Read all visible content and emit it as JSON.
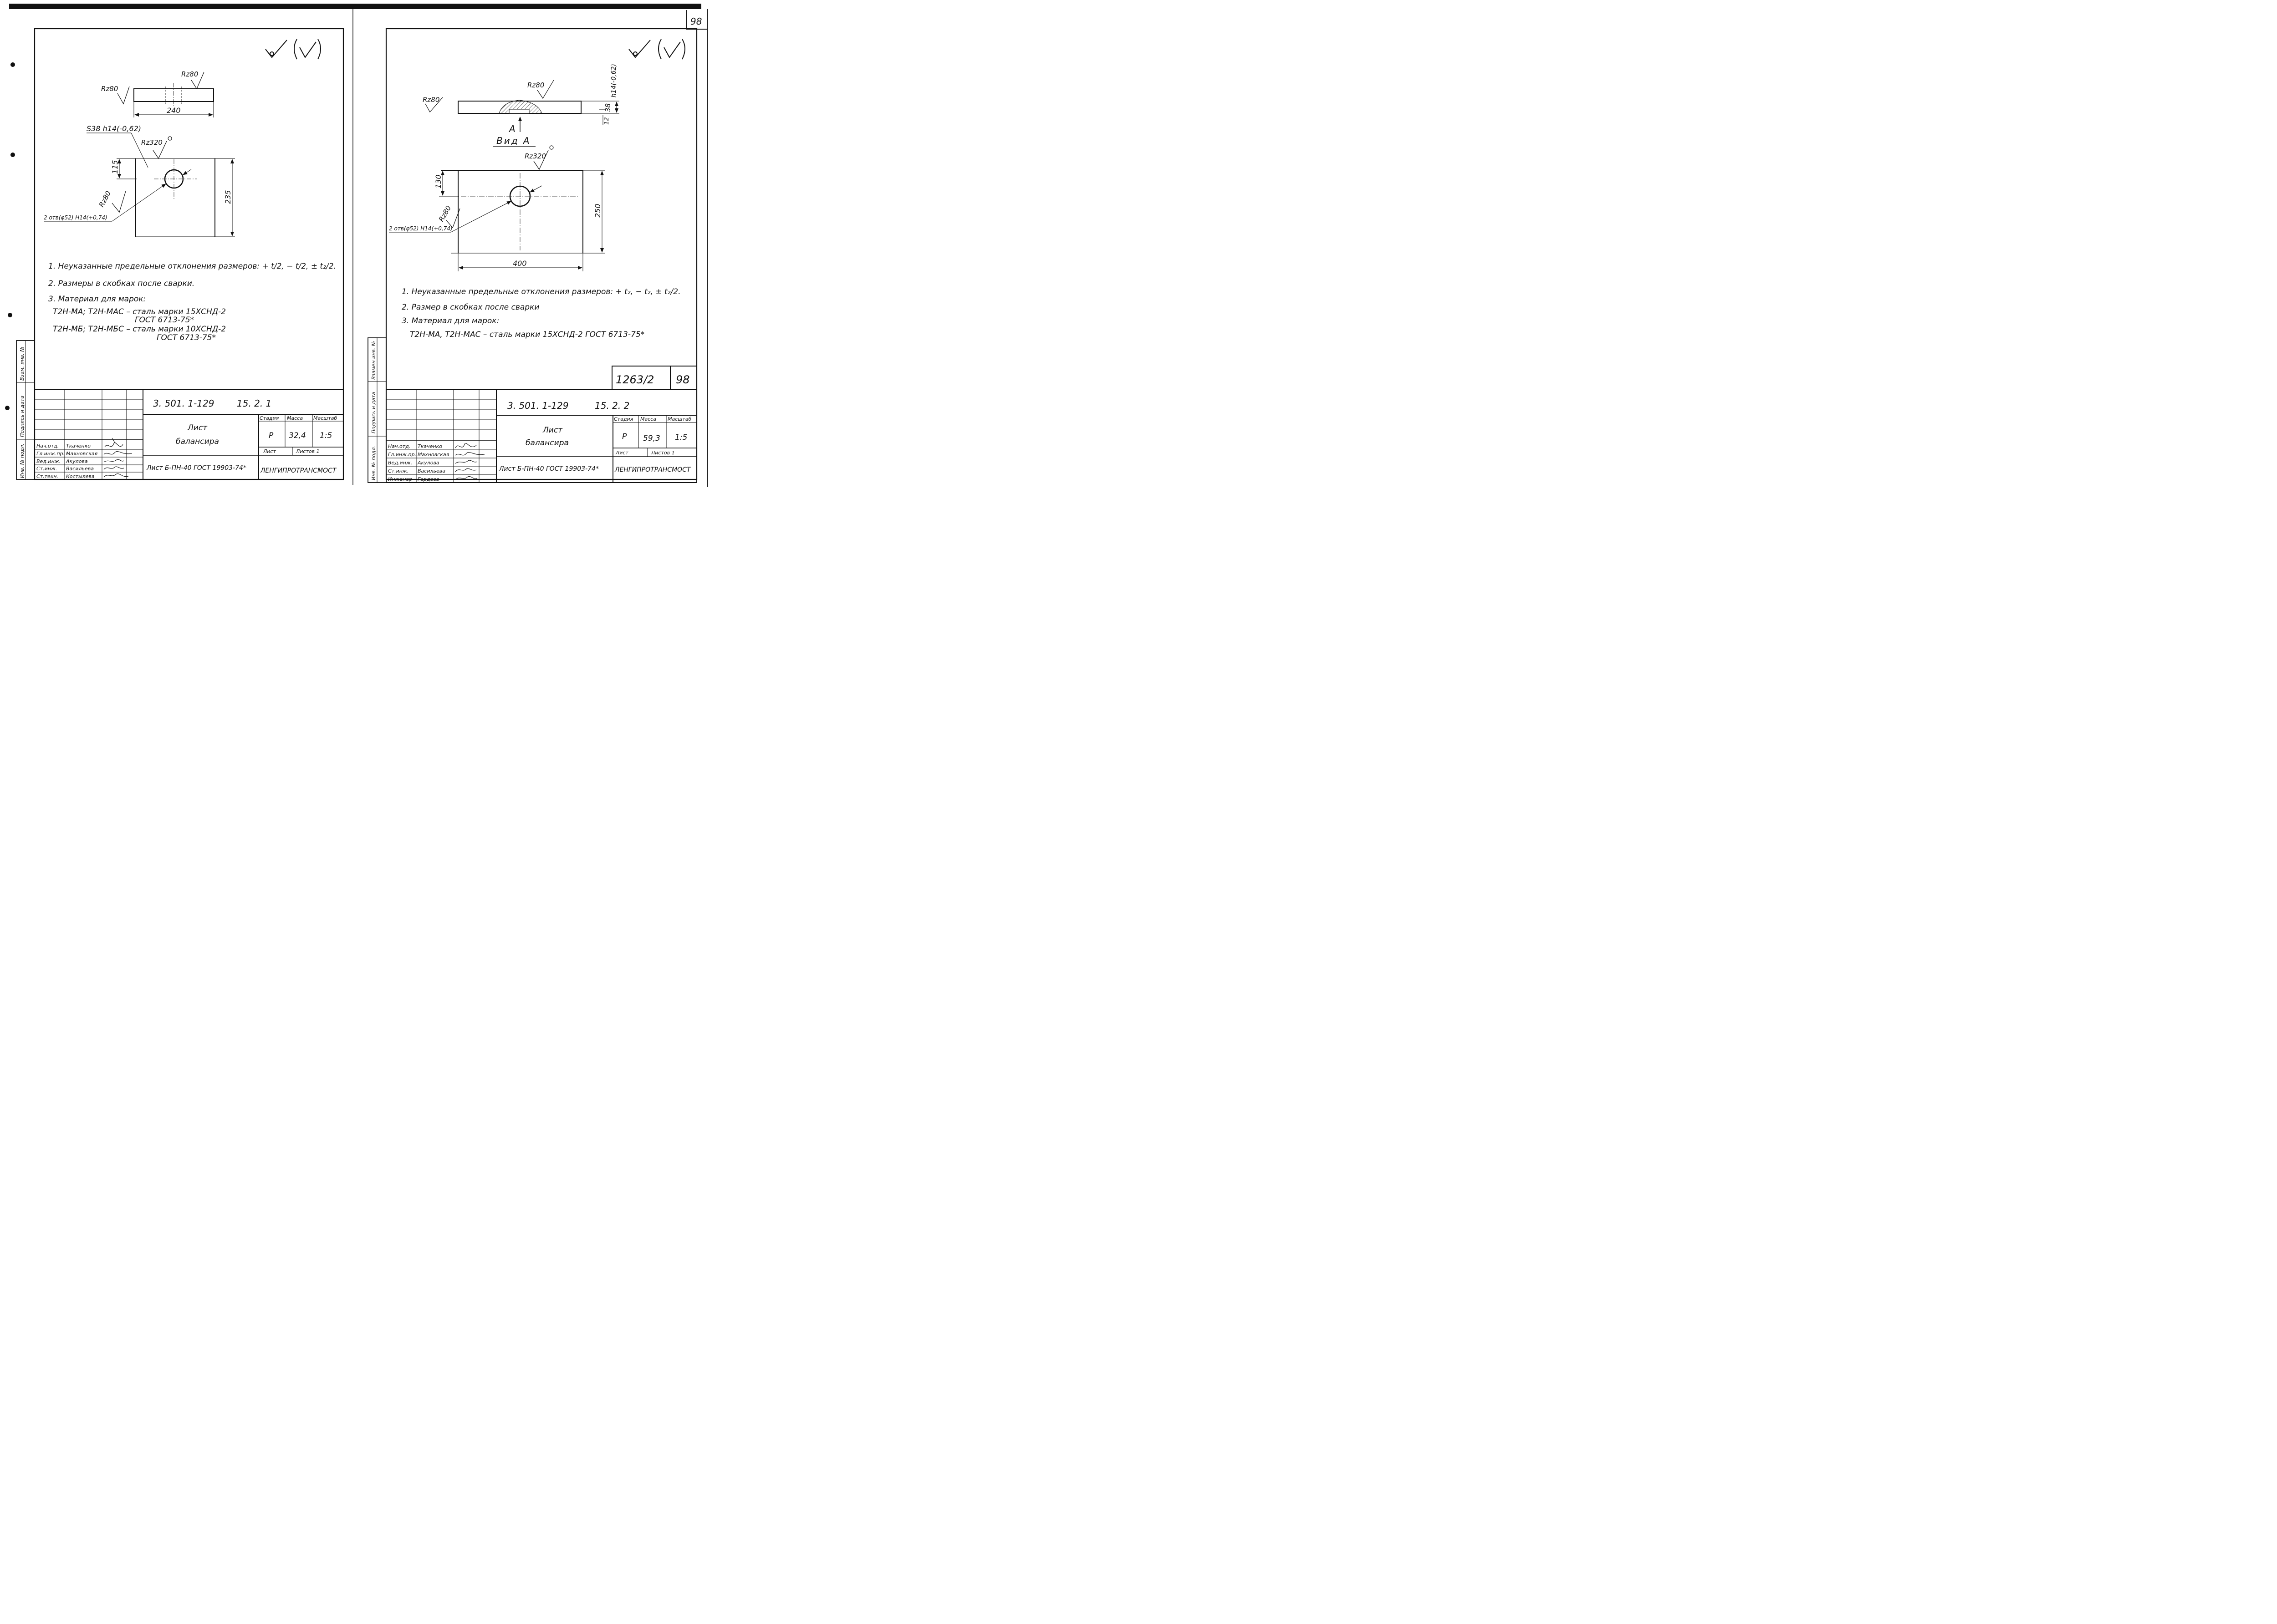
{
  "page_number": "98",
  "sheets": [
    {
      "id": "left",
      "notation": {
        "rz80_a": "Rz80",
        "rz80_b": "Rz80",
        "rz80_c": "Rz80",
        "rz320": "Rz320",
        "dim_240": "240",
        "dim_115": "115",
        "dim_235": "235",
        "thickness": "S38 h14(-0,62)",
        "hole": "2 отв(φ52) H14(+0,74)"
      },
      "notes": [
        "1. Неуказанные предельные отклонения размеров: + t/2, − t/2, ± t₂/2.",
        "2. Размеры в скобках после сварки.",
        "3. Материал для марок:"
      ],
      "materials": [
        "Т2Н-МА; Т2Н-МАС – сталь марки 15ХСНД-2",
        "ГОСТ 6713-75*",
        "Т2Н-МБ; Т2Н-МБС – сталь марки 10ХСНД-2",
        "ГОСТ 6713-75*"
      ],
      "title_block": {
        "code": "3. 501. 1-129",
        "position": "15. 2. 1",
        "title_line1": "Лист",
        "title_line2": "балансира",
        "stage_label": "Стадия",
        "mass_label": "Масса",
        "scale_label": "Масштаб",
        "stage": "Р",
        "mass": "32,4",
        "scale": "1:5",
        "sheet_label": "Лист",
        "sheets_label": "Листов 1",
        "material": "Лист Б-ПН-40 ГОСТ 19903-74*",
        "org": "ЛЕНГИПРОТРАНСМОСТ",
        "roles": [
          "Нач.отд.",
          "Гл.инж.пр.",
          "Вед.инж.",
          "Ст.инж.",
          "Ст.техн."
        ],
        "names": [
          "Ткаченко",
          "Махновская",
          "Акулова",
          "Васильева",
          "Костылева"
        ],
        "side_labels": [
          "Инв. № подл.",
          "Подпись и дата",
          "Взам. инв. №"
        ]
      }
    },
    {
      "id": "right",
      "notation": {
        "rz80_a": "Rz80",
        "rz80_b": "Rz80",
        "rz80_c": "Rz80",
        "rz320": "Rz320",
        "dim_38": "38",
        "dim_12": "12",
        "tolerance": "h14(-0,62)",
        "arrow_a": "А",
        "view_a": "Вид А",
        "dim_130": "130",
        "dim_250": "250",
        "dim_400": "400",
        "hole": "2 отв(φ52) H14(+0,74)"
      },
      "notes": [
        "1. Неуказанные предельные отклонения размеров: + t₂, − t₂, ± t₂/2.",
        "2. Размер в скобках после сварки",
        "3. Материал для марок:"
      ],
      "materials": [
        "Т2Н-МА, Т2Н-МАС – сталь марки 15ХСНД-2 ГОСТ 6713-75*"
      ],
      "stamp": {
        "number": "1263/2",
        "page": "98"
      },
      "title_block": {
        "code": "3. 501. 1-129",
        "position": "15. 2. 2",
        "title_line1": "Лист",
        "title_line2": "балансира",
        "stage_label": "Стадия",
        "mass_label": "Масса",
        "scale_label": "Масштаб",
        "stage": "Р",
        "mass": "59,3",
        "scale": "1:5",
        "sheet_label": "Лист",
        "sheets_label": "Листов 1",
        "material": "Лист Б-ПН-40 ГОСТ 19903-74*",
        "org": "ЛЕНГИПРОТРАНСМОСТ",
        "roles": [
          "Нач.отд.",
          "Гл.инж.пр.",
          "Вед.инж.",
          "Ст.инж.",
          "Инженер"
        ],
        "names": [
          "Ткаченко",
          "Махновская",
          "Акулова",
          "Васильева",
          "Гардеев"
        ],
        "side_labels": [
          "Инв. № подл.",
          "Подпись и дата",
          "Взамен инв. №"
        ]
      }
    }
  ]
}
